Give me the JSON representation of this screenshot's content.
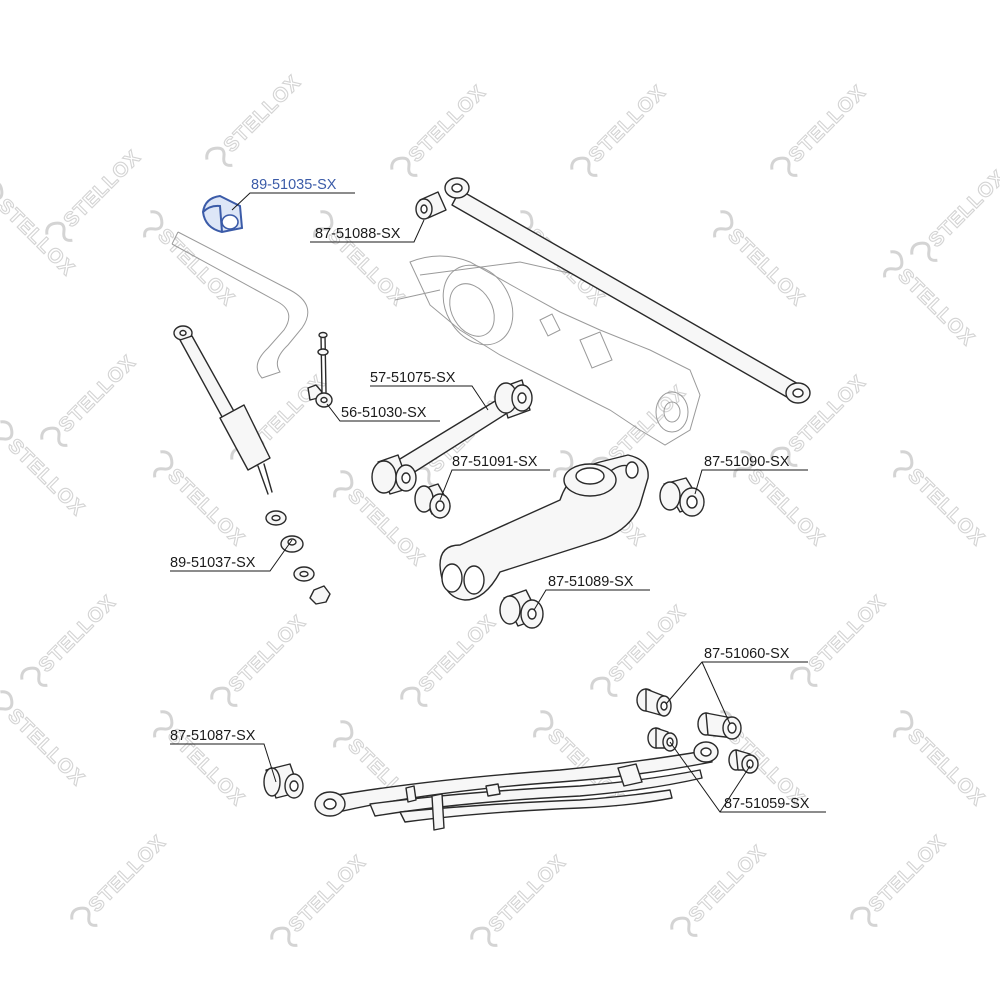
{
  "watermark": {
    "brand": "STELLOX",
    "tiles": [
      [
        95,
        195,
        -45
      ],
      [
        255,
        120,
        -45
      ],
      [
        440,
        130,
        -45
      ],
      [
        620,
        130,
        -45
      ],
      [
        820,
        130,
        -45
      ],
      [
        960,
        215,
        -45
      ],
      [
        30,
        230,
        45
      ],
      [
        190,
        260,
        45
      ],
      [
        360,
        260,
        45
      ],
      [
        560,
        260,
        45
      ],
      [
        760,
        260,
        45
      ],
      [
        930,
        300,
        45
      ],
      [
        90,
        400,
        -45
      ],
      [
        280,
        420,
        -45
      ],
      [
        460,
        440,
        -45
      ],
      [
        640,
        430,
        -45
      ],
      [
        820,
        420,
        -45
      ],
      [
        40,
        470,
        45
      ],
      [
        200,
        500,
        45
      ],
      [
        380,
        520,
        45
      ],
      [
        600,
        500,
        45
      ],
      [
        780,
        500,
        45
      ],
      [
        940,
        500,
        45
      ],
      [
        70,
        640,
        -45
      ],
      [
        260,
        660,
        -45
      ],
      [
        450,
        660,
        -45
      ],
      [
        640,
        650,
        -45
      ],
      [
        840,
        640,
        -45
      ],
      [
        40,
        740,
        45
      ],
      [
        200,
        760,
        45
      ],
      [
        380,
        770,
        45
      ],
      [
        580,
        760,
        45
      ],
      [
        760,
        760,
        45
      ],
      [
        940,
        760,
        45
      ],
      [
        120,
        880,
        -45
      ],
      [
        320,
        900,
        -45
      ],
      [
        520,
        900,
        -45
      ],
      [
        720,
        890,
        -45
      ],
      [
        900,
        880,
        -45
      ]
    ]
  },
  "parts": [
    {
      "name": "label-89-51035",
      "text": "89-51035-SX",
      "highlight": true
    },
    {
      "name": "label-87-51088",
      "text": "87-51088-SX",
      "highlight": false
    },
    {
      "name": "label-57-51075",
      "text": "57-51075-SX",
      "highlight": false
    },
    {
      "name": "label-56-51030",
      "text": "56-51030-SX",
      "highlight": false
    },
    {
      "name": "label-87-51091",
      "text": "87-51091-SX",
      "highlight": false
    },
    {
      "name": "label-87-51090",
      "text": "87-51090-SX",
      "highlight": false
    },
    {
      "name": "label-89-51037",
      "text": "89-51037-SX",
      "highlight": false
    },
    {
      "name": "label-87-51089",
      "text": "87-51089-SX",
      "highlight": false
    },
    {
      "name": "label-87-51060",
      "text": "87-51060-SX",
      "highlight": false
    },
    {
      "name": "label-87-51087",
      "text": "87-51087-SX",
      "highlight": false
    },
    {
      "name": "label-87-51059",
      "text": "87-51059-SX",
      "highlight": false
    }
  ],
  "colors": {
    "highlight": "#3b5ba8",
    "line": "#1a1a1a",
    "watermark": "#d4d4d4"
  }
}
